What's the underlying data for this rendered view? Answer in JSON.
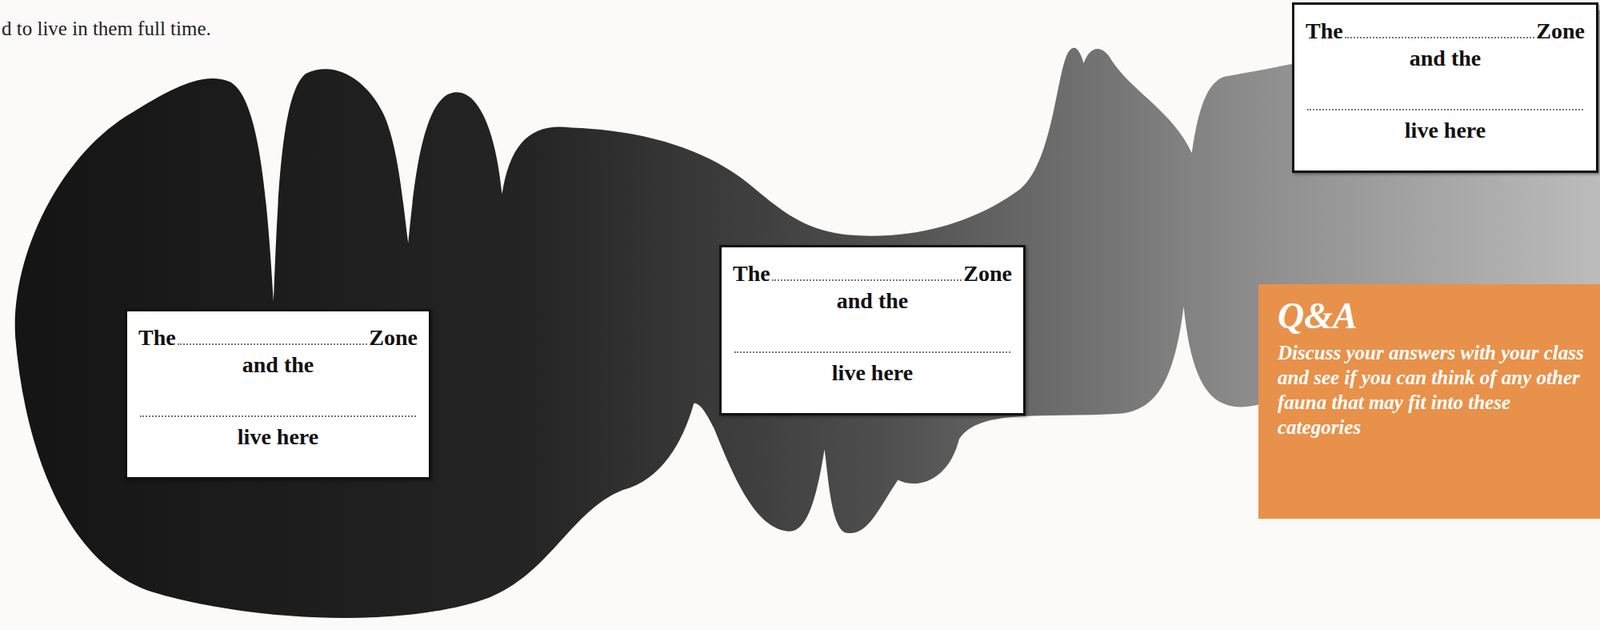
{
  "diagram": {
    "nodes": [
      {
        "text": [
          "The",
          "Zone",
          "and the",
          "live here"
        ]
      },
      {
        "text": [
          "The",
          "Zone",
          "and the",
          "live here"
        ]
      },
      {
        "text": [
          "The",
          "Zone",
          "and the",
          "live here"
        ]
      },
      {
        "text": [
          "Q&A",
          "Discuss your answers with your class and see if you can think of any other fauna that may fit into these categories"
        ]
      }
    ],
    "labels": [
      "d to live in them full time."
    ]
  }
}
